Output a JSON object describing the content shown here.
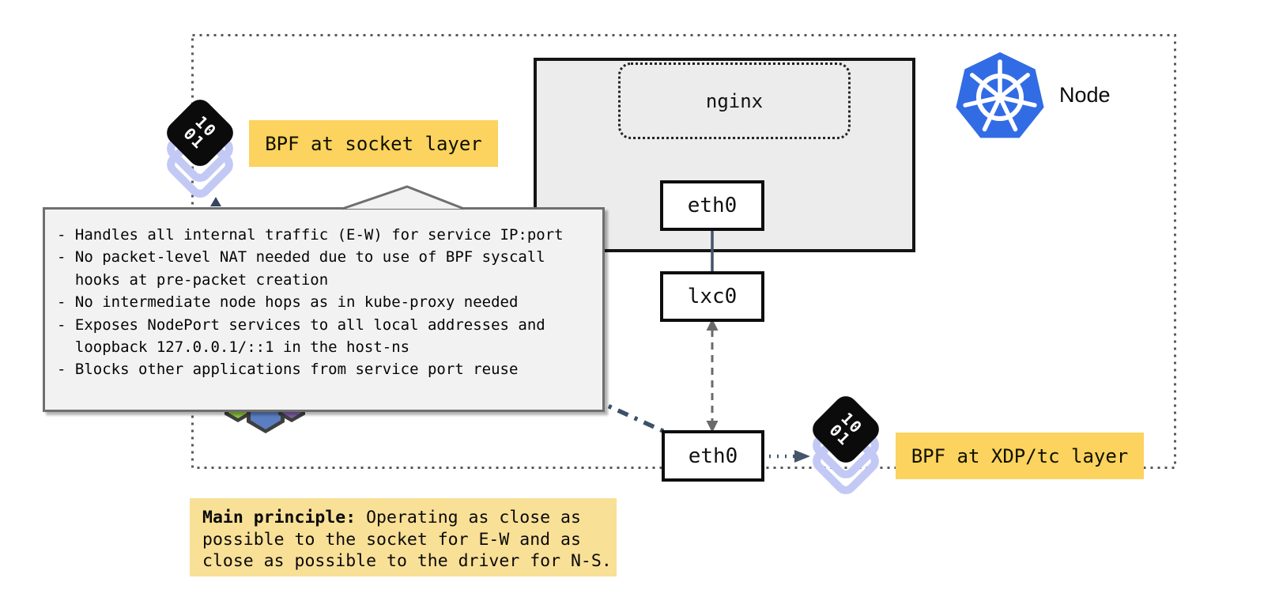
{
  "node": {
    "label": "Node"
  },
  "pod": {
    "container_label": "nginx",
    "interface_label": "eth0"
  },
  "host": {
    "lxc_label": "lxc0",
    "eth_label": "eth0"
  },
  "bpf_socket": {
    "label": "BPF at socket layer",
    "bits": [
      "10",
      "01"
    ]
  },
  "bpf_xdp": {
    "label": "BPF at XDP/tc layer",
    "bits": [
      "10",
      "01"
    ]
  },
  "tooltip": {
    "lines": [
      "- Handles all internal traffic (E-W) for service IP:port",
      "- No packet-level NAT needed due to use of BPF syscall",
      "  hooks at pre-packet creation",
      "- No intermediate node hops as in kube-proxy needed",
      "- Exposes NodePort services to all local addresses and",
      "  loopback 127.0.0.1/::1 in the host-ns",
      "- Blocks other applications from service port reuse"
    ]
  },
  "principle": {
    "lead": "Main principle:",
    "body": [
      " Operating as close as",
      "possible to the socket for E-W and as",
      "close as possible to the driver for N-S."
    ]
  },
  "colors": {
    "highlight_yellow": "#FBD35E",
    "principle_yellow": "#F9E097",
    "kubernetes_blue": "#326CE5",
    "bpf_layer_lavender": "#C3C9F5",
    "pod_fill_gray": "#ECECEC",
    "tooltip_gray": "#F2F2F2",
    "connector_slate": "#44546A",
    "cilium_green": "#8DC63F",
    "cilium_blue": "#5B7EC2",
    "cilium_purple": "#7E5FA5"
  }
}
